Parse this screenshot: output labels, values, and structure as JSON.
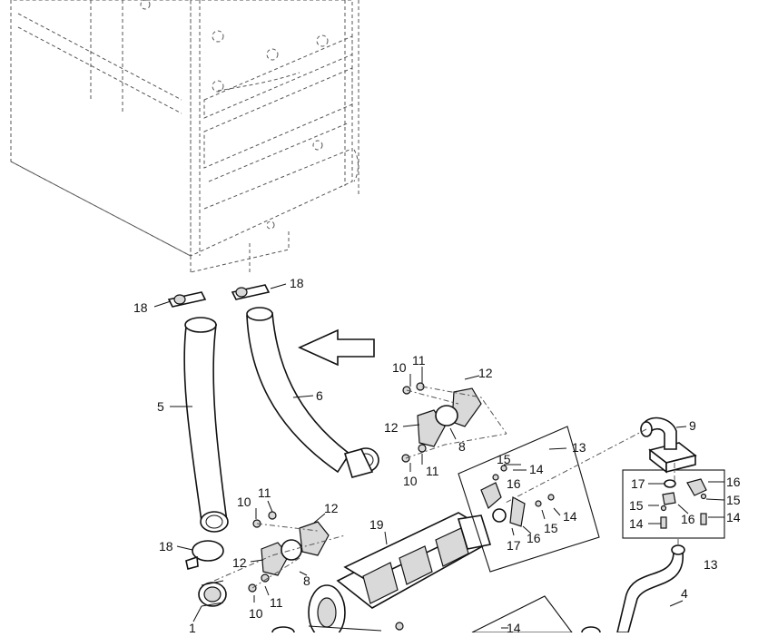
{
  "callouts": {
    "c1": "1",
    "c4": "4",
    "c5": "5",
    "c6": "6",
    "c8": "8",
    "c9": "9",
    "c10": "10",
    "c11": "11",
    "c12": "12",
    "c13": "13",
    "c14": "14",
    "c15": "15",
    "c16": "16",
    "c17": "17",
    "c18": "18",
    "c19": "19"
  },
  "icons": {
    "pointer": "hollow-left-arrow-icon"
  }
}
